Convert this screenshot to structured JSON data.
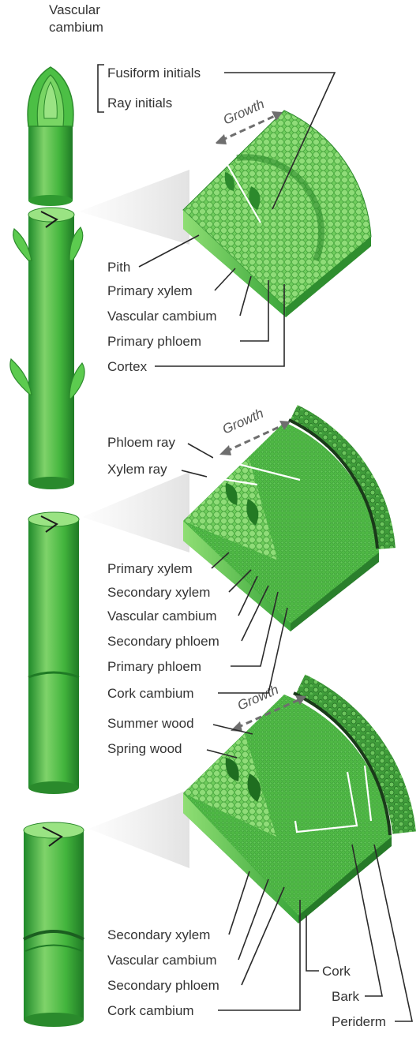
{
  "title": "Vascular\ncambium",
  "title_lines": [
    "Vascular",
    "cambium"
  ],
  "colors": {
    "stem_light": "#7fd36a",
    "stem_mid": "#43b53d",
    "stem_dark": "#1f8a2a",
    "block_face": "#5cc24d",
    "block_top": "#8fde74",
    "leader": "#2a2a2a",
    "growth_arrow": "#6e6e6e"
  },
  "panel1": {
    "growth_label": "Growth",
    "top_labels": [
      "Fusiform initials",
      "Ray initials"
    ],
    "labels": [
      "Pith",
      "Primary xylem",
      "Vascular cambium",
      "Primary phloem",
      "Cortex"
    ]
  },
  "panel2": {
    "growth_label": "Growth",
    "top_labels": [
      "Phloem ray",
      "Xylem ray"
    ],
    "labels": [
      "Primary xylem",
      "Secondary xylem",
      "Vascular cambium",
      "Secondary phloem",
      "Primary phloem",
      "Cork cambium"
    ]
  },
  "panel3": {
    "growth_label": "Growth",
    "top_labels": [
      "Summer wood",
      "Spring wood"
    ],
    "labels": [
      "Secondary xylem",
      "Vascular cambium",
      "Secondary phloem",
      "Cork cambium"
    ],
    "right_labels": [
      "Cork",
      "Bark",
      "Periderm"
    ]
  }
}
